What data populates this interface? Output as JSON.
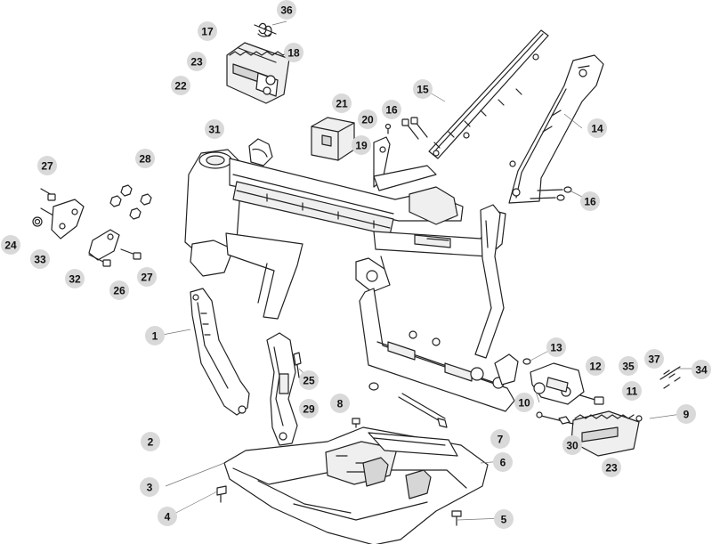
{
  "diagram": {
    "callouts": [
      {
        "id": "c36",
        "label": "36"
      },
      {
        "id": "c17",
        "label": "17"
      },
      {
        "id": "c18",
        "label": "18"
      },
      {
        "id": "c23a",
        "label": "23"
      },
      {
        "id": "c22",
        "label": "22"
      },
      {
        "id": "c21",
        "label": "21"
      },
      {
        "id": "c15",
        "label": "15"
      },
      {
        "id": "c20",
        "label": "20"
      },
      {
        "id": "c16a",
        "label": "16"
      },
      {
        "id": "c19",
        "label": "19"
      },
      {
        "id": "c31",
        "label": "31"
      },
      {
        "id": "c14",
        "label": "14"
      },
      {
        "id": "c27a",
        "label": "27"
      },
      {
        "id": "c28",
        "label": "28"
      },
      {
        "id": "c16b",
        "label": "16"
      },
      {
        "id": "c24",
        "label": "24"
      },
      {
        "id": "c33",
        "label": "33"
      },
      {
        "id": "c32",
        "label": "32"
      },
      {
        "id": "c26",
        "label": "26"
      },
      {
        "id": "c27b",
        "label": "27"
      },
      {
        "id": "c1",
        "label": "1"
      },
      {
        "id": "c13",
        "label": "13"
      },
      {
        "id": "c12",
        "label": "12"
      },
      {
        "id": "c35",
        "label": "35"
      },
      {
        "id": "c37",
        "label": "37"
      },
      {
        "id": "c34",
        "label": "34"
      },
      {
        "id": "c25",
        "label": "25"
      },
      {
        "id": "c10",
        "label": "10"
      },
      {
        "id": "c11",
        "label": "11"
      },
      {
        "id": "c8",
        "label": "8"
      },
      {
        "id": "c29",
        "label": "29"
      },
      {
        "id": "c9",
        "label": "9"
      },
      {
        "id": "c2",
        "label": "2"
      },
      {
        "id": "c7",
        "label": "7"
      },
      {
        "id": "c30",
        "label": "30"
      },
      {
        "id": "c6",
        "label": "6"
      },
      {
        "id": "c23b",
        "label": "23"
      },
      {
        "id": "c3",
        "label": "3"
      },
      {
        "id": "c4",
        "label": "4"
      },
      {
        "id": "c5",
        "label": "5"
      }
    ]
  }
}
